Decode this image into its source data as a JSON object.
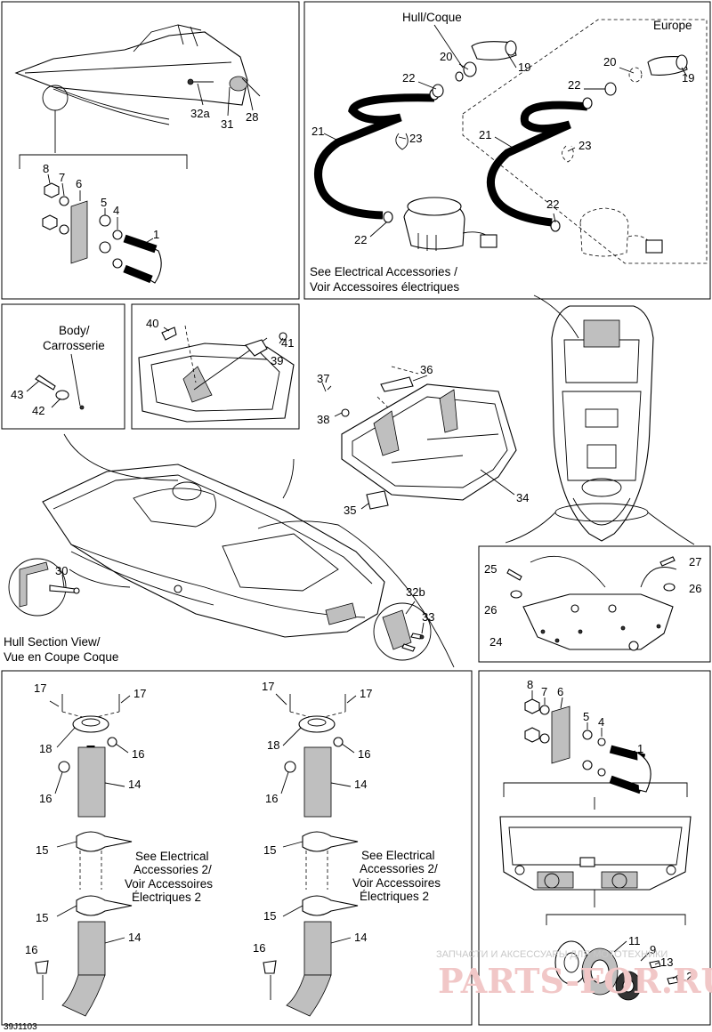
{
  "labels": {
    "hull_coque": "Hull/Coque",
    "europe": "Europe",
    "see_electrical_1": "See Electrical Accessories /",
    "see_electrical_2": "Voir Accessoires électriques",
    "body_1": "Body/",
    "body_2": "Carrosserie",
    "hull_section_1": "Hull Section View/",
    "hull_section_2": "Vue en Coupe Coque",
    "see_elec2_a1": "See Electrical",
    "see_elec2_a2": "Accessories 2/",
    "see_elec2_a3": "Voir Accessoires",
    "see_elec2_a4": "Électriques 2",
    "see_elec2_b1": "See Electrical",
    "see_elec2_b2": "Accessories 2/",
    "see_elec2_b3": "Voir Accessoires",
    "see_elec2_b4": "Électriques 2",
    "diagram_code": "39J1103",
    "watermark_text": "ЗАПЧАСТИ И АКСЕССУАРЫ ДЛЯ МОТОТЕХНИКИ",
    "watermark_logo": "PARTS-FOR.RU"
  },
  "callouts": {
    "p1_32a": "32a",
    "p1_31": "31",
    "p1_28": "28",
    "p1_8": "8",
    "p1_7": "7",
    "p1_6": "6",
    "p1_5": "5",
    "p1_4": "4",
    "p1_1": "1",
    "p2_20": "20",
    "p2_19": "19",
    "p2_22a": "22",
    "p2_21": "21",
    "p2_23": "23",
    "p2_22b": "22",
    "p2_e20": "20",
    "p2_e19": "19",
    "p2_e22a": "22",
    "p2_e21": "21",
    "p2_e23": "23",
    "p2_e22b": "22",
    "p3_43": "43",
    "p3_42": "42",
    "p4_40": "40",
    "p4_41": "41",
    "p4_39": "39",
    "m_36": "36",
    "m_37": "37",
    "m_38": "38",
    "m_34": "34",
    "m_35": "35",
    "m_30": "30",
    "m_32b": "32b",
    "m_33": "33",
    "r_25": "25",
    "r_27": "27",
    "r_26a": "26",
    "r_26b": "26",
    "r_24": "24",
    "bl_17a": "17",
    "bl_17b": "17",
    "bl_18": "18",
    "bl_16a": "16",
    "bl_16b": "16",
    "bl_14a": "14",
    "bl_15a": "15",
    "bl_15b": "15",
    "bl_16c": "16",
    "bl_14b": "14",
    "bm_17a": "17",
    "bm_17b": "17",
    "bm_18": "18",
    "bm_16a": "16",
    "bm_16b": "16",
    "bm_14a": "14",
    "bm_15a": "15",
    "bm_15b": "15",
    "bm_16c": "16",
    "bm_14b": "14",
    "br_8": "8",
    "br_7": "7",
    "br_6": "6",
    "br_5": "5",
    "br_4": "4",
    "br_1": "1",
    "br_11": "11",
    "br_9": "9",
    "br_13": "13",
    "br_12": "12"
  }
}
